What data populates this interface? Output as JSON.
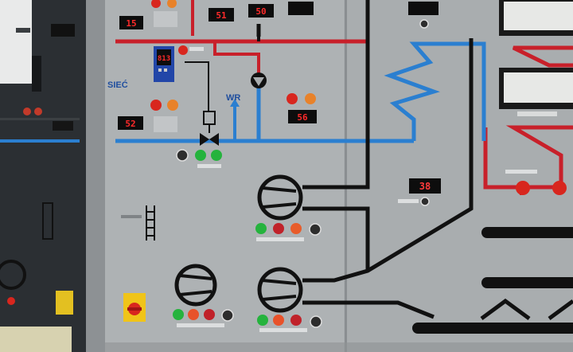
{
  "labels": {
    "network": "SIEĆ",
    "hot_water": "WR"
  },
  "displays": {
    "top_left": "15",
    "top_mid_a": "51",
    "top_mid_b": "50",
    "controller": "813",
    "left_lower": "52",
    "center": "56",
    "right": "38"
  },
  "colors": {
    "panel": "#a9adaf",
    "supply_line": "#c8202a",
    "return_line": "#2b7fd0",
    "signal_line": "#111111",
    "lamp_red": "#d8261e",
    "lamp_orange": "#e8822a",
    "lamp_green": "#25b33d"
  }
}
